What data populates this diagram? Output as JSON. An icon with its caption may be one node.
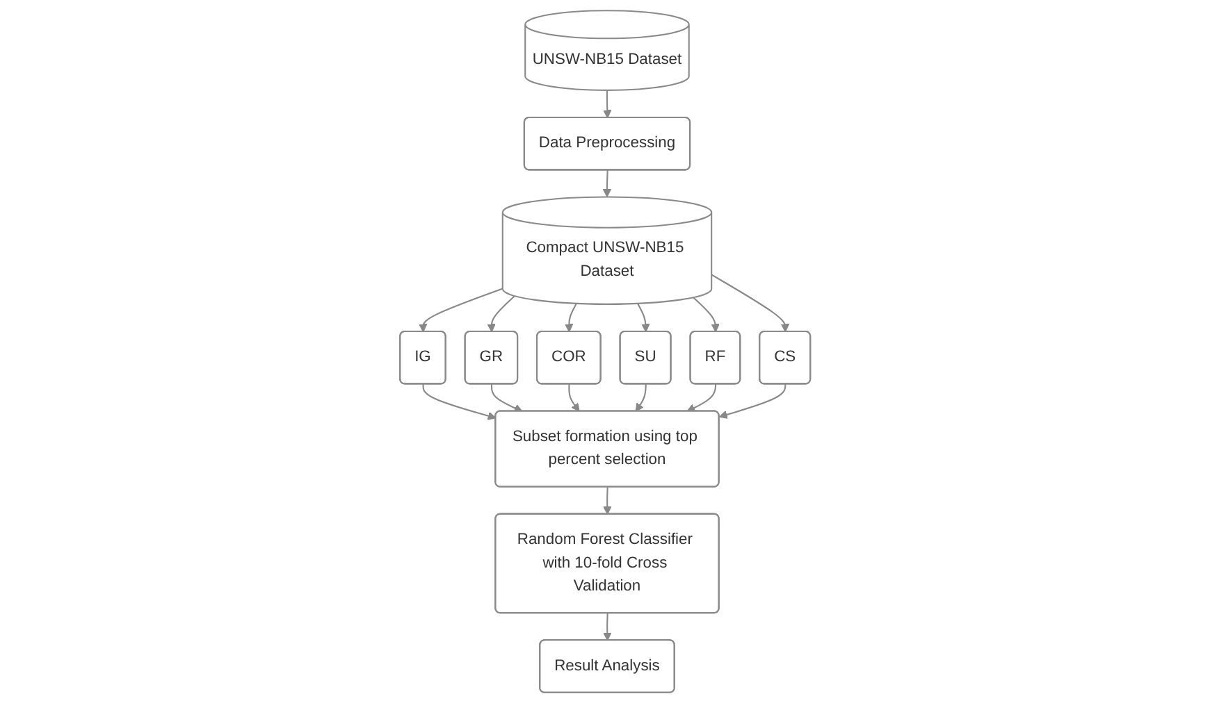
{
  "diagram": {
    "nodes": [
      {
        "text": [
          "UNSW-NB15 Dataset"
        ]
      },
      {
        "text": [
          "Data Preprocessing"
        ]
      },
      {
        "text": [
          "Compact UNSW-NB15 Dataset"
        ]
      },
      {
        "text": [
          "IG"
        ]
      },
      {
        "text": [
          "GR"
        ]
      },
      {
        "text": [
          "COR"
        ]
      },
      {
        "text": [
          "SU"
        ]
      },
      {
        "text": [
          "RF"
        ]
      },
      {
        "text": [
          "CS"
        ]
      },
      {
        "text": [
          "Subset formation using top percent selection"
        ]
      },
      {
        "text": [
          "Random Forest Classifier with 10-fold Cross Validation"
        ]
      },
      {
        "text": [
          "Result Analysis"
        ]
      }
    ],
    "edges": [
      {
        "from": 0,
        "to": 1,
        "arrow": "to"
      },
      {
        "from": 1,
        "to": 2,
        "arrow": "to"
      },
      {
        "from": 2,
        "to": 3,
        "arrow": "to"
      },
      {
        "from": 2,
        "to": 4,
        "arrow": "to"
      },
      {
        "from": 2,
        "to": 5,
        "arrow": "to"
      },
      {
        "from": 2,
        "to": 6,
        "arrow": "to"
      },
      {
        "from": 2,
        "to": 7,
        "arrow": "to"
      },
      {
        "from": 2,
        "to": 8,
        "arrow": "to"
      },
      {
        "from": 3,
        "to": 9,
        "arrow": "to"
      },
      {
        "from": 4,
        "to": 9,
        "arrow": "to"
      },
      {
        "from": 5,
        "to": 9,
        "arrow": "to"
      },
      {
        "from": 6,
        "to": 9,
        "arrow": "to"
      },
      {
        "from": 7,
        "to": 9,
        "arrow": "to"
      },
      {
        "from": 8,
        "to": 9,
        "arrow": "to"
      },
      {
        "from": 9,
        "to": 10,
        "arrow": "to"
      },
      {
        "from": 10,
        "to": 11,
        "arrow": "to"
      }
    ]
  }
}
